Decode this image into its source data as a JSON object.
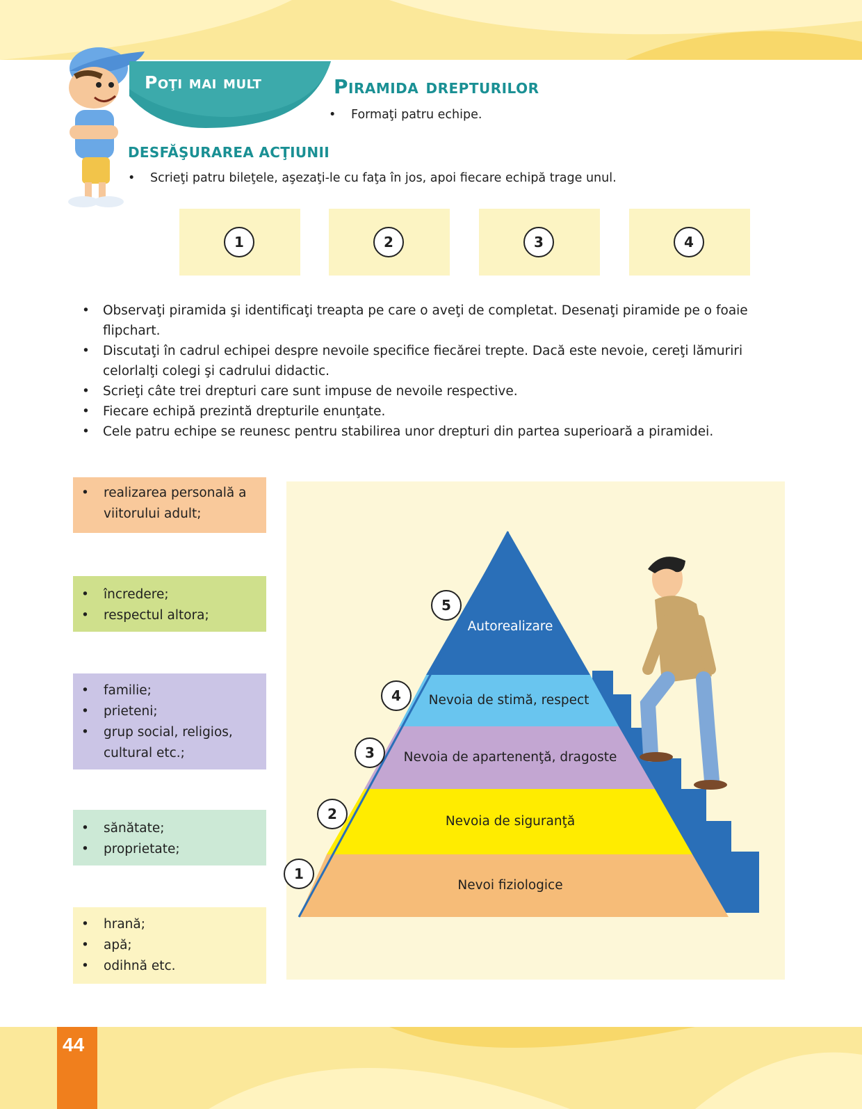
{
  "header": {
    "ribbon_title": "Poţi mai mult",
    "main_title": "Piramida drepturilor",
    "intro_bullet": "Formaţi patru echipe.",
    "section_title": "Desfăşurarea acţiunii",
    "section_bullet": "Scrieţi patru bileţele, aşezaţi-le cu faţa în jos, apoi fiecare echipă trage unul."
  },
  "cards": [
    "1",
    "2",
    "3",
    "4"
  ],
  "instructions": [
    "Observaţi piramida şi identificaţi treapta pe care o aveţi de completat. Desenaţi piramide pe o foaie flipchart.",
    "Discutaţi în cadrul echipei despre nevoile specifice fiecărei trepte. Dacă este nevoie, cereţi lămuriri celorlalţi colegi şi cadrului didactic.",
    "Scrieţi câte trei drepturi care sunt impuse de nevoile respective.",
    "Fiecare echipă prezintă drepturile enunţate.",
    "Cele patru echipe se reunesc pentru stabilirea unor drepturi din partea superioară a piramidei."
  ],
  "side_lists": [
    {
      "color": "#f9c99b",
      "items": [
        "realizarea personală a viitorului adult;"
      ]
    },
    {
      "color": "#cfe08c",
      "items": [
        "încredere;",
        "respectul altora;"
      ]
    },
    {
      "color": "#cbc5e6",
      "items": [
        "familie;",
        "prieteni;",
        "grup social, religios, cultural etc.;"
      ]
    },
    {
      "color": "#cce9d6",
      "items": [
        "sănătate;",
        "proprietate;"
      ]
    },
    {
      "color": "#fcf4c3",
      "items": [
        "hrană;",
        "apă;",
        "odihnă etc."
      ]
    }
  ],
  "pyramid": {
    "levels": [
      {
        "num": "5",
        "label": "Autorealizare",
        "color": "#2a6fb8",
        "text_color": "#ffffff"
      },
      {
        "num": "4",
        "label": "Nevoia de stimă, respect",
        "color": "#69c5ef",
        "text_color": "#1f1f1f"
      },
      {
        "num": "3",
        "label": "Nevoia de apartenenţă, dragoste",
        "color": "#c3a6d2",
        "text_color": "#1f1f1f"
      },
      {
        "num": "2",
        "label": "Nevoia de siguranţă",
        "color": "#ffec00",
        "text_color": "#1f1f1f"
      },
      {
        "num": "1",
        "label": "Nevoi fiziologice",
        "color": "#f6bc78",
        "text_color": "#1f1f1f"
      }
    ]
  },
  "colors": {
    "accent": "#1a9094",
    "page_tab": "#f07f1d",
    "band": "#fbe89a"
  },
  "footer": {
    "page_number": "44"
  }
}
